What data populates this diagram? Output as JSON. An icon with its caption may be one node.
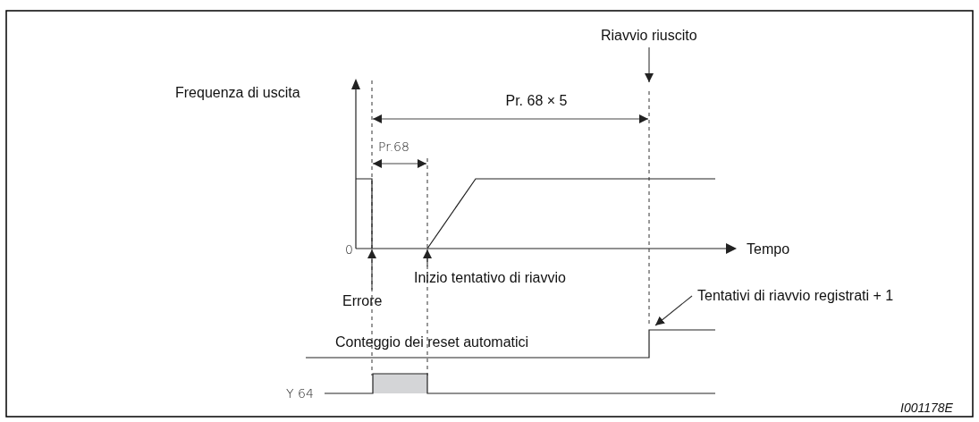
{
  "diagram": {
    "nodes": [
      {
        "text": [
          "Riavvio riuscito"
        ]
      },
      {
        "text": [
          "Errore"
        ]
      },
      {
        "text": [
          "Inizio tentativo di riavvio"
        ]
      },
      {
        "text": [
          "Tentativi di riavvio registrati + 1"
        ]
      },
      {
        "text": [],
        "shape": "bar"
      }
    ],
    "edges": [
      {
        "from": 0,
        "to": null,
        "arrow": "to"
      },
      {
        "from": 1,
        "to": 4,
        "arrow": "to"
      },
      {
        "from": 2,
        "to": 4,
        "arrow": "to"
      },
      {
        "from": 3,
        "to": null,
        "arrow": "to"
      }
    ],
    "labels": [
      "Frequenza di uscita",
      "Pr. 68 × 5",
      "Pr.68",
      "0",
      "Tempo",
      "Conteggio dei reset automatici",
      "Y 64",
      "I001178E"
    ]
  }
}
